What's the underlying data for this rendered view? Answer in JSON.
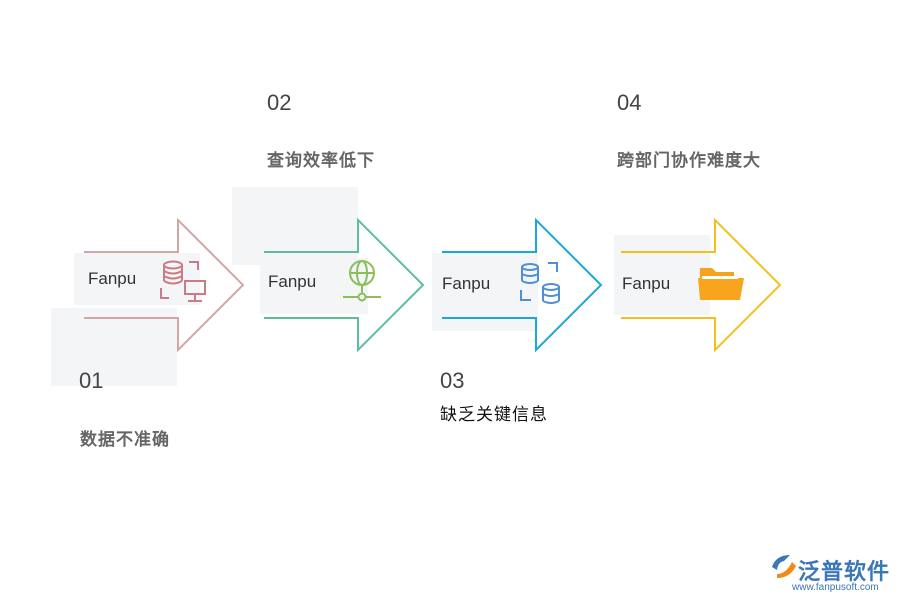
{
  "steps": [
    {
      "num": "01",
      "title": "数据不准确",
      "label": "Fanpu",
      "color": "#d4a5a5",
      "icon": "database-monitor-icon"
    },
    {
      "num": "02",
      "title": "查询效率低下",
      "label": "Fanpu",
      "color": "#5cbf9a",
      "icon": "network-globe-icon"
    },
    {
      "num": "03",
      "title": "缺乏关键信息",
      "label": "Fanpu",
      "color": "#1aa8d8",
      "icon": "database-sync-icon"
    },
    {
      "num": "04",
      "title": "跨部门协作难度大",
      "label": "Fanpu",
      "color": "#f2c01e",
      "icon": "folder-icon"
    }
  ],
  "logo": {
    "name": "泛普软件",
    "url": "www.fanpusoft.com",
    "color": "#3a76b8",
    "icon": "fanpu-logo-icon"
  }
}
